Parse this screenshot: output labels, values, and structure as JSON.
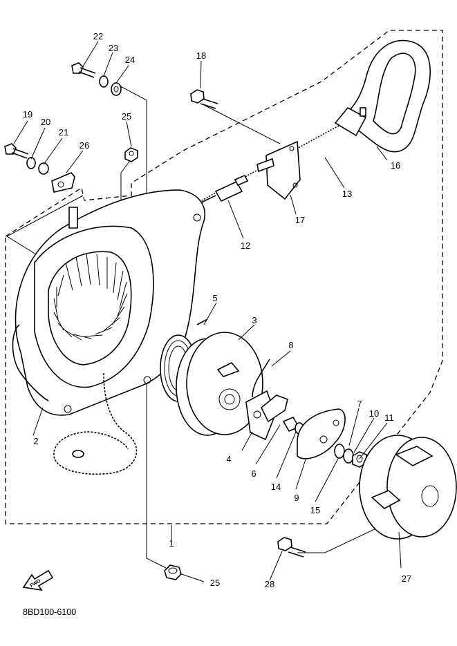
{
  "diagram": {
    "code": "8BD100-6100",
    "fwd_label": "FWD",
    "callouts": [
      "1",
      "2",
      "3",
      "4",
      "5",
      "6",
      "7",
      "8",
      "9",
      "10",
      "11",
      "12",
      "13",
      "14",
      "15",
      "16",
      "17",
      "18",
      "19",
      "20",
      "21",
      "22",
      "23",
      "24",
      "25",
      "25",
      "26",
      "27",
      "28"
    ]
  },
  "colors": {
    "line": "#000000",
    "background": "#ffffff"
  }
}
